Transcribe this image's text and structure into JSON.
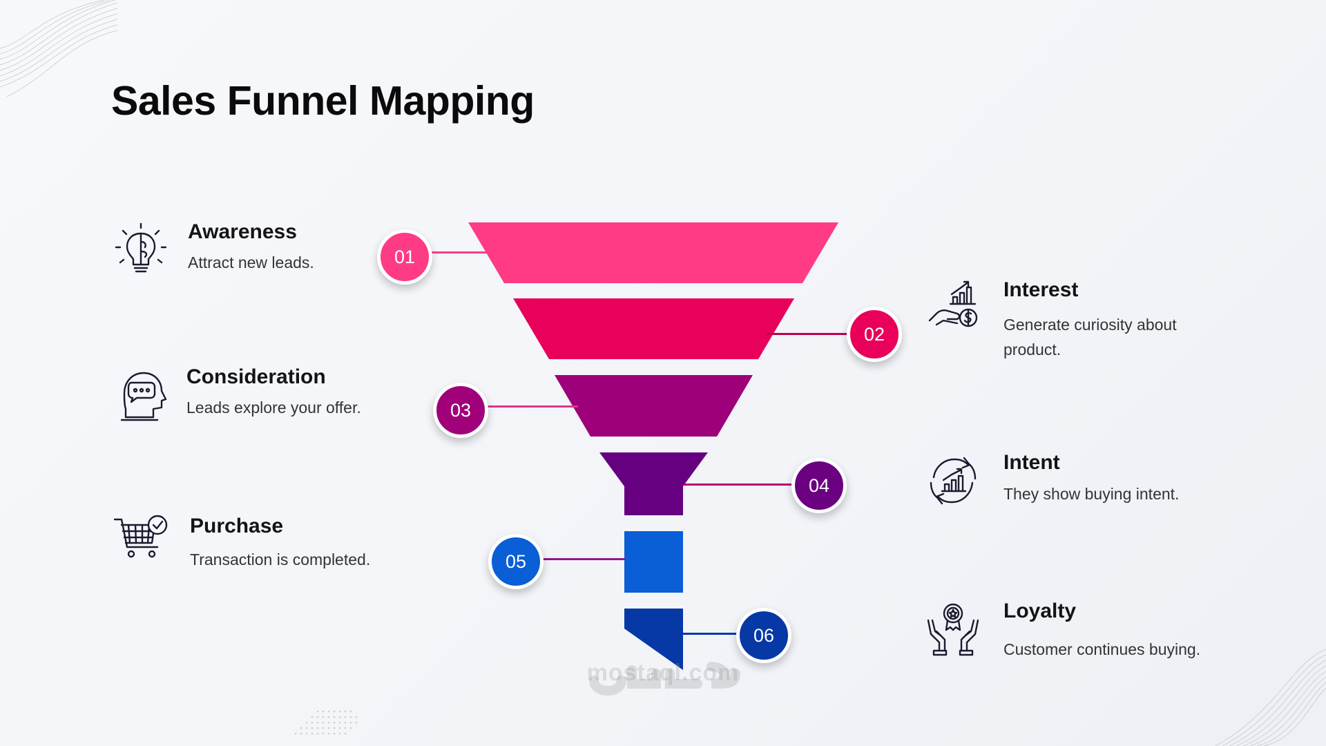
{
  "title": "Sales Funnel Mapping",
  "stages": [
    {
      "num": "01",
      "title": "Awareness",
      "desc": "Attract new leads.",
      "icon": "lightbulb-brain-icon",
      "color": "#ff3b86"
    },
    {
      "num": "02",
      "title": "Interest",
      "desc": "Generate curiosity about product.",
      "icon": "hand-money-chart-icon",
      "color": "#e8005a"
    },
    {
      "num": "03",
      "title": "Consideration",
      "desc": "Leads explore your offer.",
      "icon": "head-speech-bubble-icon",
      "color": "#a0007a"
    },
    {
      "num": "04",
      "title": "Intent",
      "desc": "They show buying intent.",
      "icon": "cycle-chart-icon",
      "color": "#6b0080"
    },
    {
      "num": "05",
      "title": "Purchase",
      "desc": "Transaction is completed.",
      "icon": "shopping-cart-check-icon",
      "color": "#0a5ed6"
    },
    {
      "num": "06",
      "title": "Loyalty",
      "desc": "Customer continues buying.",
      "icon": "hands-award-icon",
      "color": "#0638a6"
    }
  ],
  "watermark": {
    "text": "mostaql.com"
  }
}
